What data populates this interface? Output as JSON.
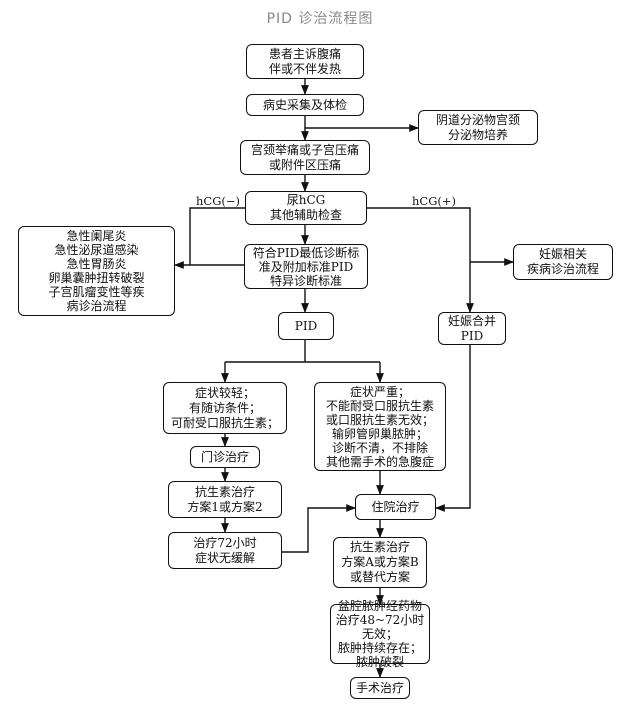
{
  "title": "PID 诊治流程图",
  "nodes": {
    "complaint": "患者主诉腹痛\n伴或不伴发热",
    "history": "病史采集及体检",
    "culture": "阴道分泌物宫颈\n分泌物培养",
    "tenderness": "宫颈举痛或子宫压痛\n或附件区压痛",
    "hcg_test": "尿hCG\n其他辅助检查",
    "differential": "急性阑尾炎\n急性泌尿道感染\n急性胃肠炎\n卵巢囊肿扭转破裂\n子宫肌瘤变性等疾\n病诊治流程",
    "pid_criteria": "符合PID最低诊断标\n准及附加标准PID\n特异诊断标准",
    "pregnancy_related": "妊娠相关\n疾病诊治流程",
    "pid": "PID",
    "pregnancy_pid": "妊娠合并\nPID",
    "mild": "症状较轻；\n有随访条件；\n可耐受口服抗生素；",
    "severe": "症状严重；\n不能耐受口服抗生素\n或口服抗生素无效；\n输卵管卵巢脓肿；\n诊断不清，不排除\n其他需手术的急腹症",
    "outpatient": "门诊治疗",
    "oral_antibiotics": "抗生素治疗\n方案1或方案2",
    "hospital": "住院治疗",
    "no_relief": "治疗72小时\n症状无缓解",
    "iv_antibiotics": "抗生素治疗\n方案A或方案B\n或替代方案",
    "abscess": "盆腔脓肿经药物\n治疗48~72小时无效；\n脓肿持续存在；\n脓肿破裂",
    "surgery": "手术治疗"
  },
  "edge_labels": {
    "hcg_negative": "hCG(−)",
    "hcg_positive": "hCG(+)"
  }
}
